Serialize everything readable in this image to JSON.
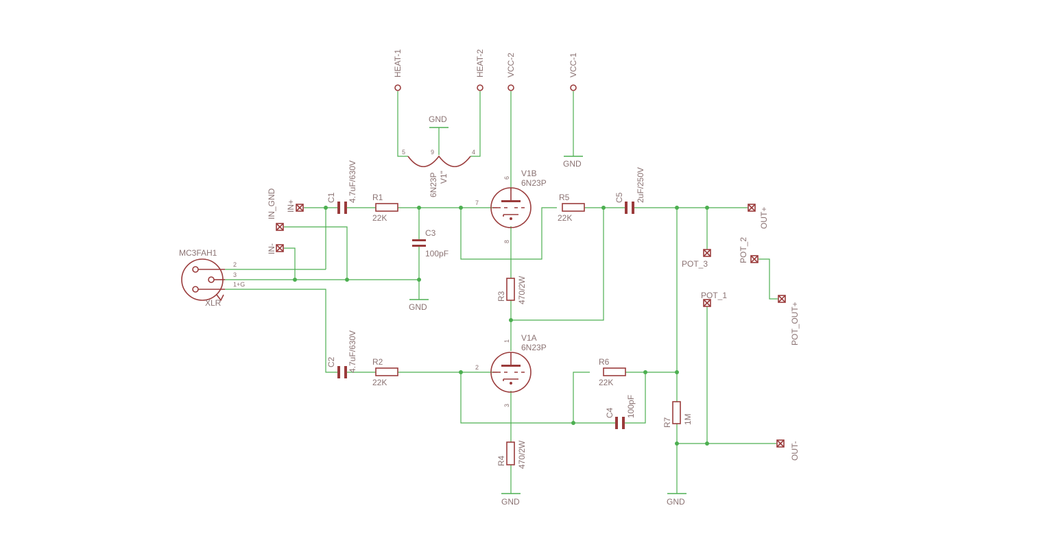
{
  "colors": {
    "wire": "#4caf50",
    "symbol": "#9a3b3b",
    "text": "#8a7272",
    "background": "#ffffff"
  },
  "labels": {
    "heat1": "HEAT-1",
    "heat2": "HEAT-2",
    "vcc2": "VCC-2",
    "vcc1": "VCC-1",
    "gnd": "GND",
    "in_plus": "IN+",
    "in_gnd": "IN_GND",
    "in_minus": "IN-",
    "out_plus": "OUT+",
    "out_minus": "OUT-",
    "pot1": "POT_1",
    "pot2": "POT_2",
    "pot3": "POT_3",
    "pot_out": "POT_OUT+",
    "mc3fah1": "MC3FAH1",
    "xlr": "XLR"
  },
  "components": {
    "c1": {
      "name": "C1",
      "value": "4.7uF/630V"
    },
    "c2": {
      "name": "C2",
      "value": "4.7uF/630V"
    },
    "c3": {
      "name": "C3",
      "value": "100pF"
    },
    "c4": {
      "name": "C4",
      "value": "100pF"
    },
    "c5": {
      "name": "C5",
      "value": "2uF/250V"
    },
    "r1": {
      "name": "R1",
      "value": "22K"
    },
    "r2": {
      "name": "R2",
      "value": "22K"
    },
    "r3": {
      "name": "R3",
      "value": "470/2W"
    },
    "r4": {
      "name": "R4",
      "value": "470/2W"
    },
    "r5": {
      "name": "R5",
      "value": "22K"
    },
    "r6": {
      "name": "R6",
      "value": "22K"
    },
    "r7": {
      "name": "R7",
      "value": "1M"
    },
    "v1a": {
      "name": "V1A",
      "value": "6N23P"
    },
    "v1b": {
      "name": "V1B",
      "value": "6N23P"
    },
    "v1h": {
      "name": "V1\"",
      "value": "6N23P"
    }
  },
  "pins": {
    "xlr2": "2",
    "xlr3": "3",
    "xlr1g": "1+G",
    "heater5": "5",
    "heater9": "9",
    "heater4": "4",
    "v1b6": "6",
    "v1b7": "7",
    "v1b8": "8",
    "v1a1": "1",
    "v1a2": "2",
    "v1a3": "3"
  }
}
